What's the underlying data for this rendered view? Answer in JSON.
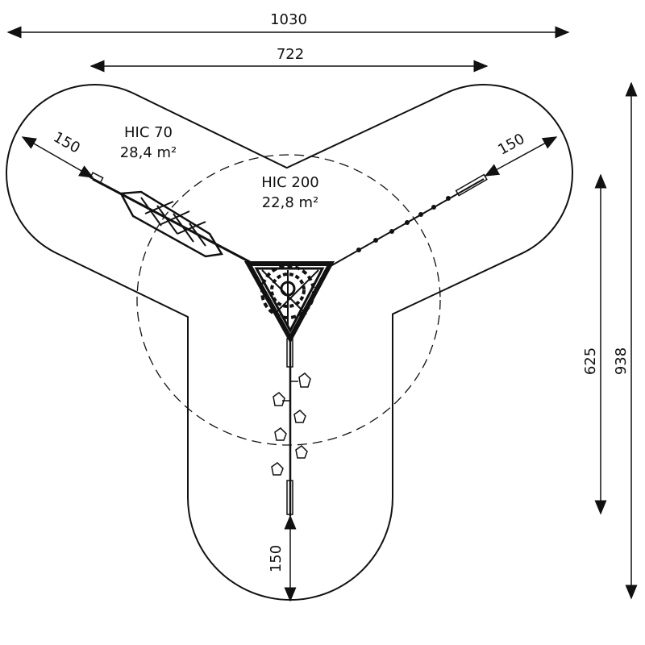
{
  "dimensions": {
    "overall_width": "1030",
    "inner_width": "722",
    "depth_inner": "625",
    "depth_overall": "938",
    "clearance_left": "150",
    "clearance_right": "150",
    "clearance_bottom": "150"
  },
  "zones": {
    "hic70_label": "HIC 70",
    "hic70_area": "28,4 m²",
    "hic200_label": "HIC 200",
    "hic200_area": "22,8 m²"
  },
  "colors": {
    "line": "#111111",
    "background": "#ffffff"
  }
}
